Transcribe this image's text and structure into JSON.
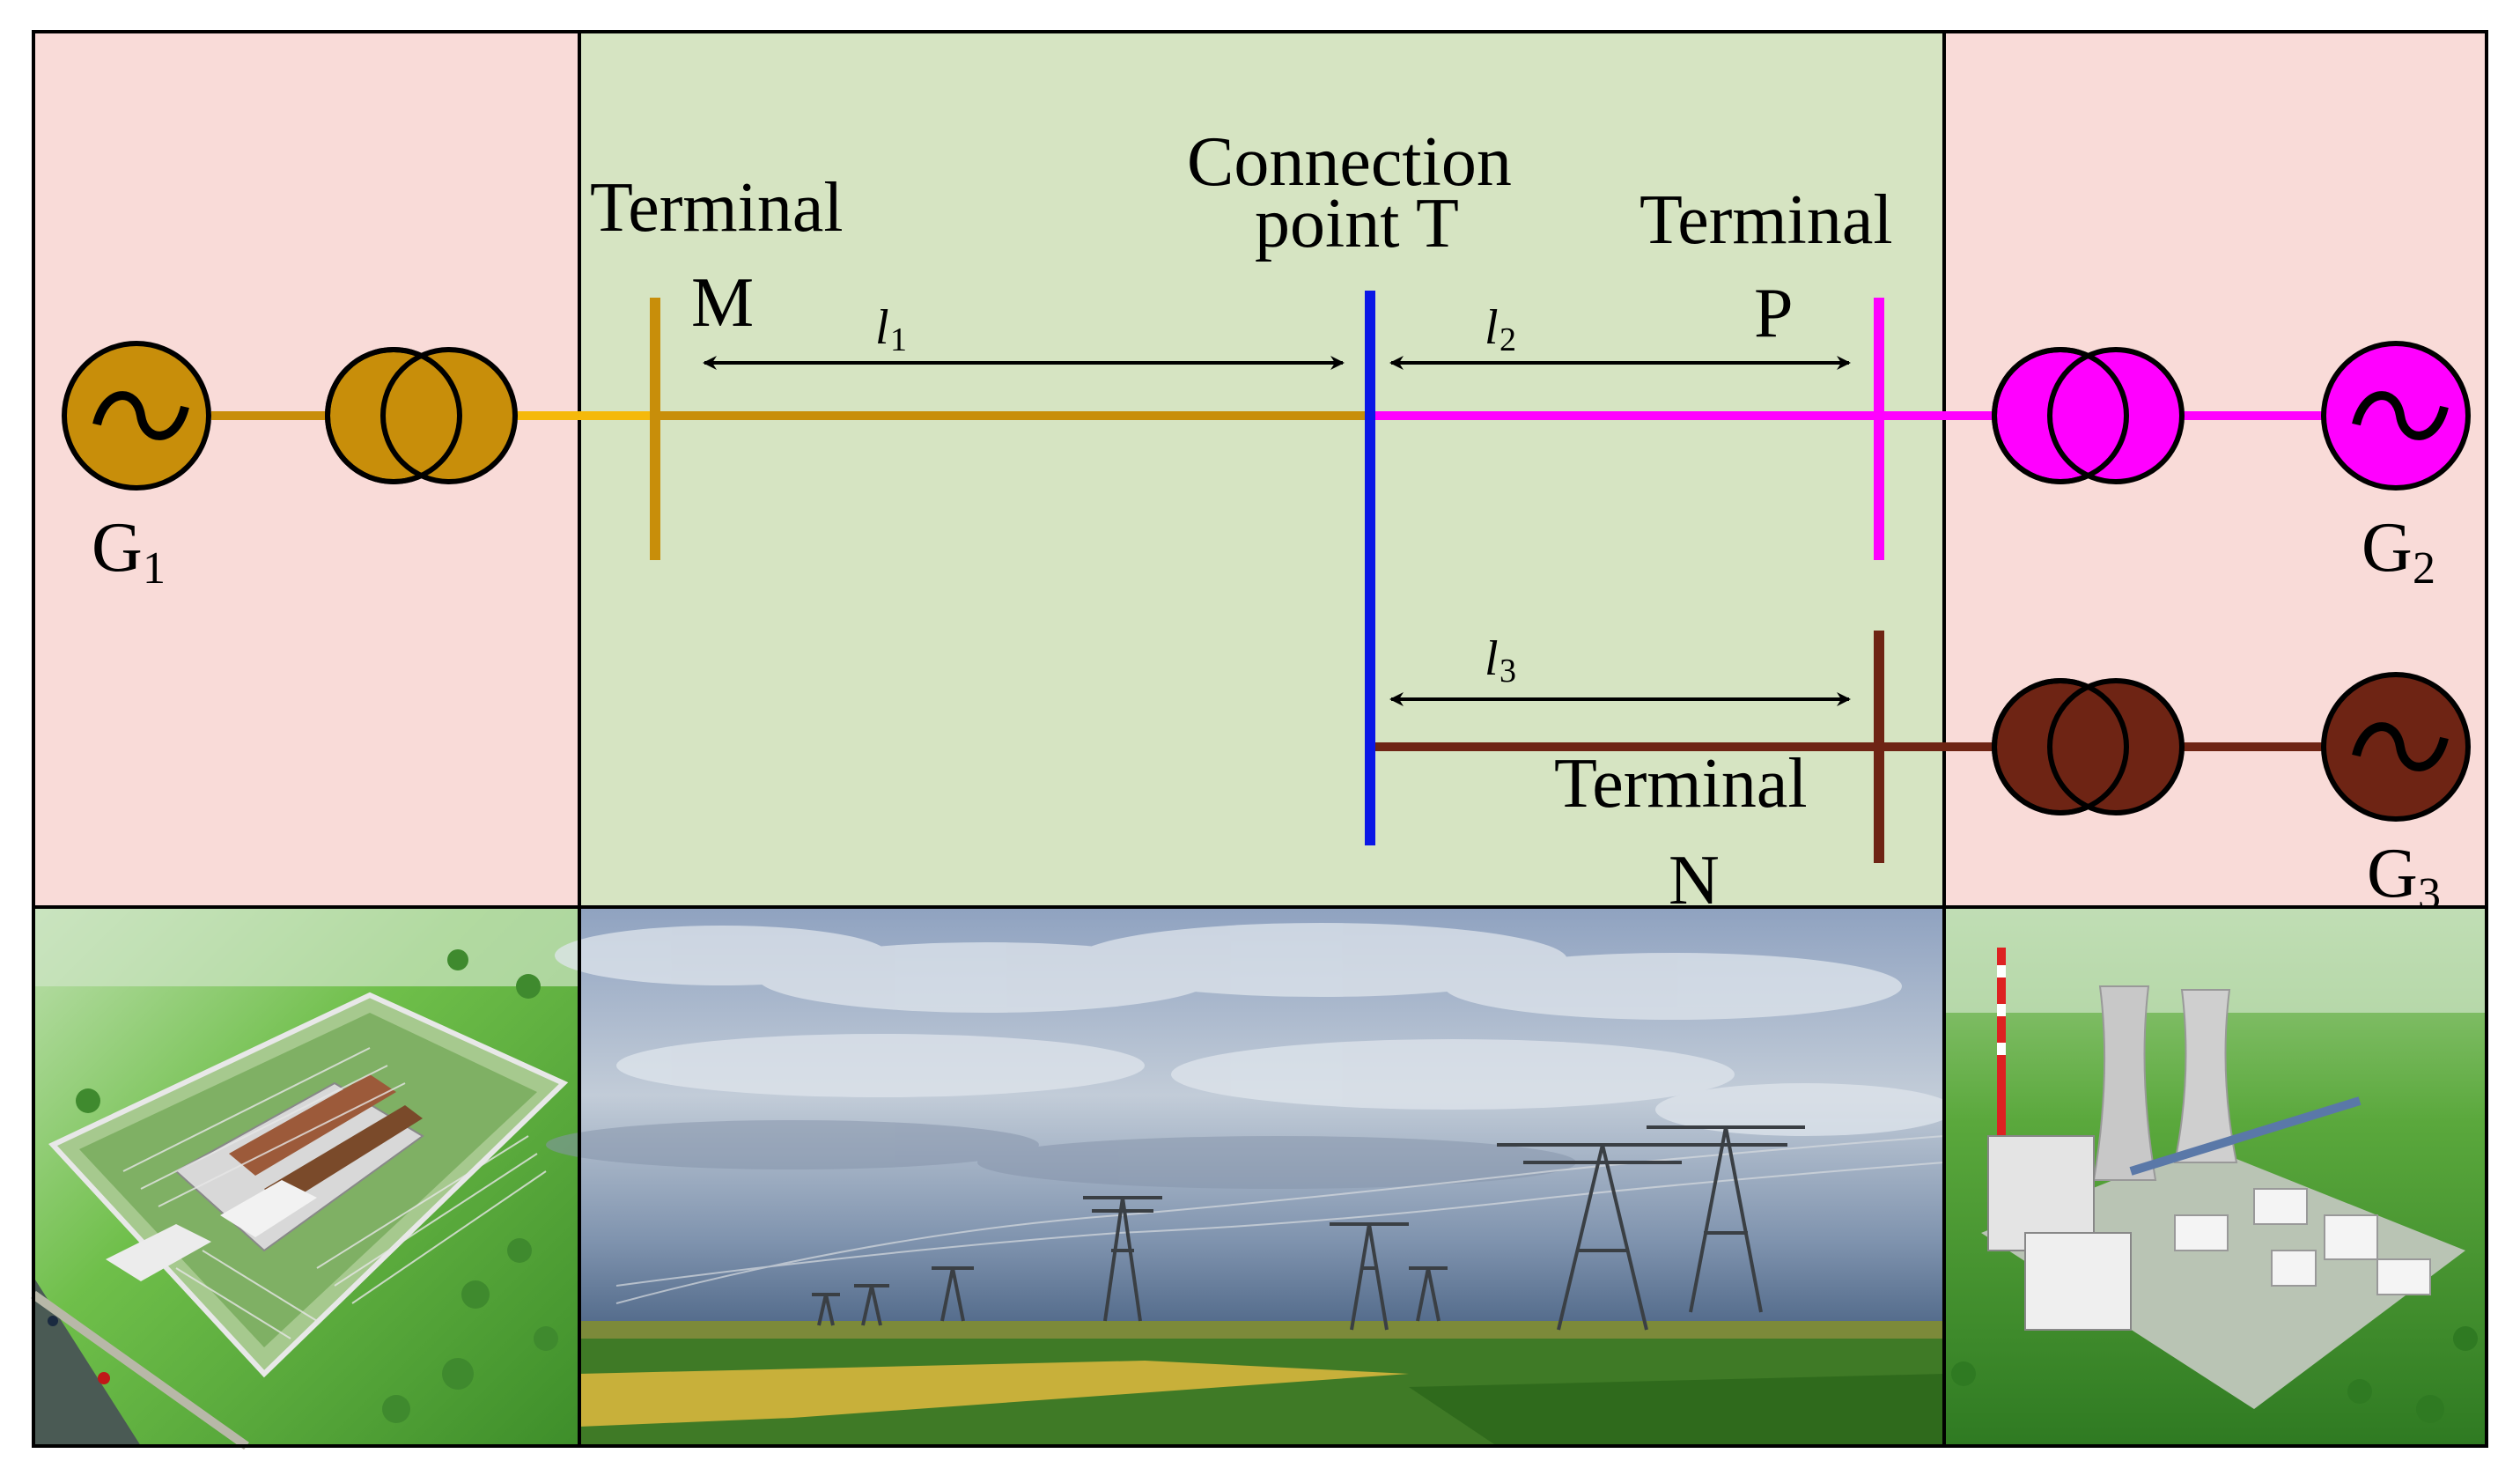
{
  "labels": {
    "terminal_m": "Terminal",
    "terminal_m_letter": "M",
    "connection_line1": "Connection",
    "connection_line2": "point T",
    "terminal_p": "Terminal",
    "terminal_p_letter": "P",
    "terminal_n": "Terminal",
    "terminal_n_letter": "N",
    "l1": "l",
    "l1_sub": "1",
    "l2": "l",
    "l2_sub": "2",
    "l3": "l",
    "l3_sub": "3",
    "g1": "G",
    "g1_sub": "1",
    "g2": "G",
    "g2_sub": "2",
    "g3": "G",
    "g3_sub": "3"
  },
  "colors": {
    "side_panel": "#f9dbd8",
    "center_panel": "#d6e4c2",
    "line_m": "#c88e0a",
    "line_m_light": "#f5b90a",
    "line_p": "#ff00ff",
    "line_n": "#6e2414",
    "bus_t": "#0a17e6",
    "frame": "#000000"
  },
  "icons": {
    "generator": "generator-ac-icon",
    "transformer": "transformer-icon",
    "arrow": "double-arrow-icon"
  },
  "photos": {
    "left": "substation-aerial-photo",
    "center": "transmission-towers-photo",
    "right": "power-plant-aerial-photo"
  }
}
